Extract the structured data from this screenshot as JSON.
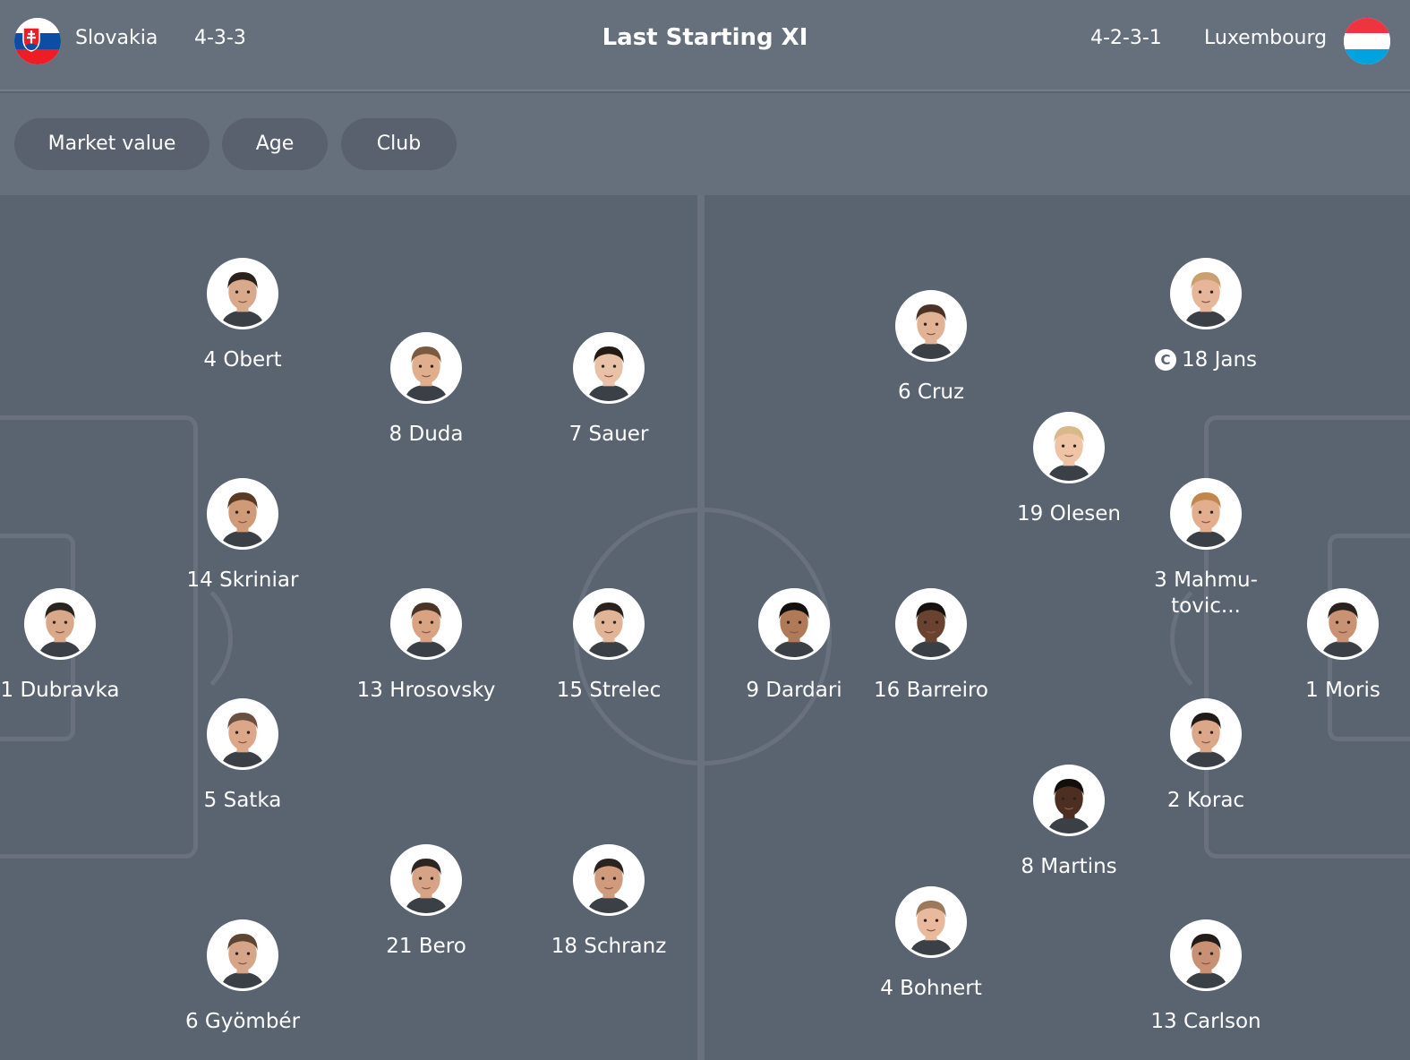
{
  "header": {
    "title": "Last Starting XI",
    "home": {
      "name": "Slovakia",
      "formation": "4-3-3",
      "flag_icon": "slovakia-flag-icon",
      "flag_colors": [
        "#ffffff",
        "#0b4ea2",
        "#ee1c25"
      ]
    },
    "away": {
      "name": "Luxembourg",
      "formation": "4-2-3-1",
      "flag_icon": "luxembourg-flag-icon",
      "flag_colors": [
        "#ef3340",
        "#ffffff",
        "#00a3e0"
      ]
    }
  },
  "filters": [
    {
      "label": "Market value"
    },
    {
      "label": "Age"
    },
    {
      "label": "Club"
    }
  ],
  "colors": {
    "background": "#5a6370",
    "header": "#66707c",
    "pill": "#58616d",
    "pitch_lines": "#68717d"
  },
  "home_players": [
    {
      "number": "4",
      "name": "Obert"
    },
    {
      "number": "8",
      "name": "Duda"
    },
    {
      "number": "7",
      "name": "Sauer"
    },
    {
      "number": "14",
      "name": "Skriniar"
    },
    {
      "number": "1",
      "name": "Dubravka"
    },
    {
      "number": "13",
      "name": "Hrosovsky"
    },
    {
      "number": "15",
      "name": "Strelec"
    },
    {
      "number": "5",
      "name": "Satka"
    },
    {
      "number": "21",
      "name": "Bero"
    },
    {
      "number": "18",
      "name": "Schranz"
    },
    {
      "number": "6",
      "name": "Gyömbér"
    }
  ],
  "away_players": [
    {
      "number": "6",
      "name": "Cruz"
    },
    {
      "number": "18",
      "name": "Jans",
      "captain": true,
      "captain_icon": "captain-icon",
      "captain_label": "C"
    },
    {
      "number": "19",
      "name": "Olesen"
    },
    {
      "number": "3",
      "name": "Mahmu-tovic..."
    },
    {
      "number": "9",
      "name": "Dardari"
    },
    {
      "number": "16",
      "name": "Barreiro"
    },
    {
      "number": "1",
      "name": "Moris"
    },
    {
      "number": "2",
      "name": "Korac"
    },
    {
      "number": "8",
      "name": "Martins"
    },
    {
      "number": "4",
      "name": "Bohnert"
    },
    {
      "number": "13",
      "name": "Carlson"
    }
  ]
}
